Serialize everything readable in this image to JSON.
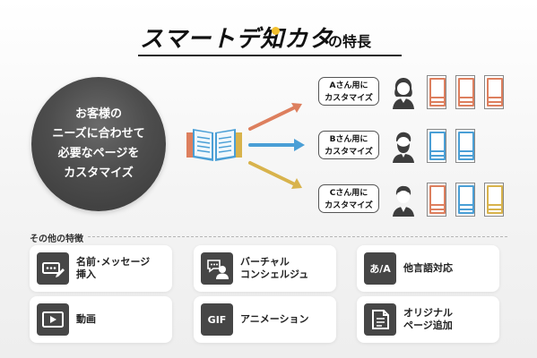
{
  "title": {
    "main": "スマートデ知カタ",
    "suffix": "の特長"
  },
  "hero": {
    "circle_text": "お客様の\nニーズに合わせて\n必要なページを\nカスタマイズ"
  },
  "customers": [
    {
      "label": "Aさん用に\nカスタマイズ",
      "pages": [
        "#dd7f5e",
        "#dd7f5e",
        "#dd7f5e"
      ]
    },
    {
      "label": "Bさん用に\nカスタマイズ",
      "pages": [
        "#4a9fd6",
        "#4a9fd6"
      ]
    },
    {
      "label": "Cさん用に\nカスタマイズ",
      "pages": [
        "#dd7f5e",
        "#4a9fd6",
        "#d8b34c"
      ]
    }
  ],
  "other_features": {
    "title": "その他の特徴",
    "items": [
      {
        "label": "名前･メッセージ\n挿入",
        "icon": "message-edit-icon",
        "icon_text": ""
      },
      {
        "label": "バーチャル\nコンシェルジュ",
        "icon": "virtual-concierge-icon",
        "icon_text": ""
      },
      {
        "label": "他言語対応",
        "icon": "language-icon",
        "icon_text": "あ/A"
      },
      {
        "label": "動画",
        "icon": "video-icon",
        "icon_text": ""
      },
      {
        "label": "アニメーション",
        "icon": "gif-icon",
        "icon_text": "GIF"
      },
      {
        "label": "オリジナル\nページ追加",
        "icon": "add-page-icon",
        "icon_text": ""
      }
    ]
  },
  "colors": {
    "orange": "#dd7f5e",
    "blue": "#4a9fd6",
    "yellow": "#d8b34c",
    "dark": "#464646"
  }
}
